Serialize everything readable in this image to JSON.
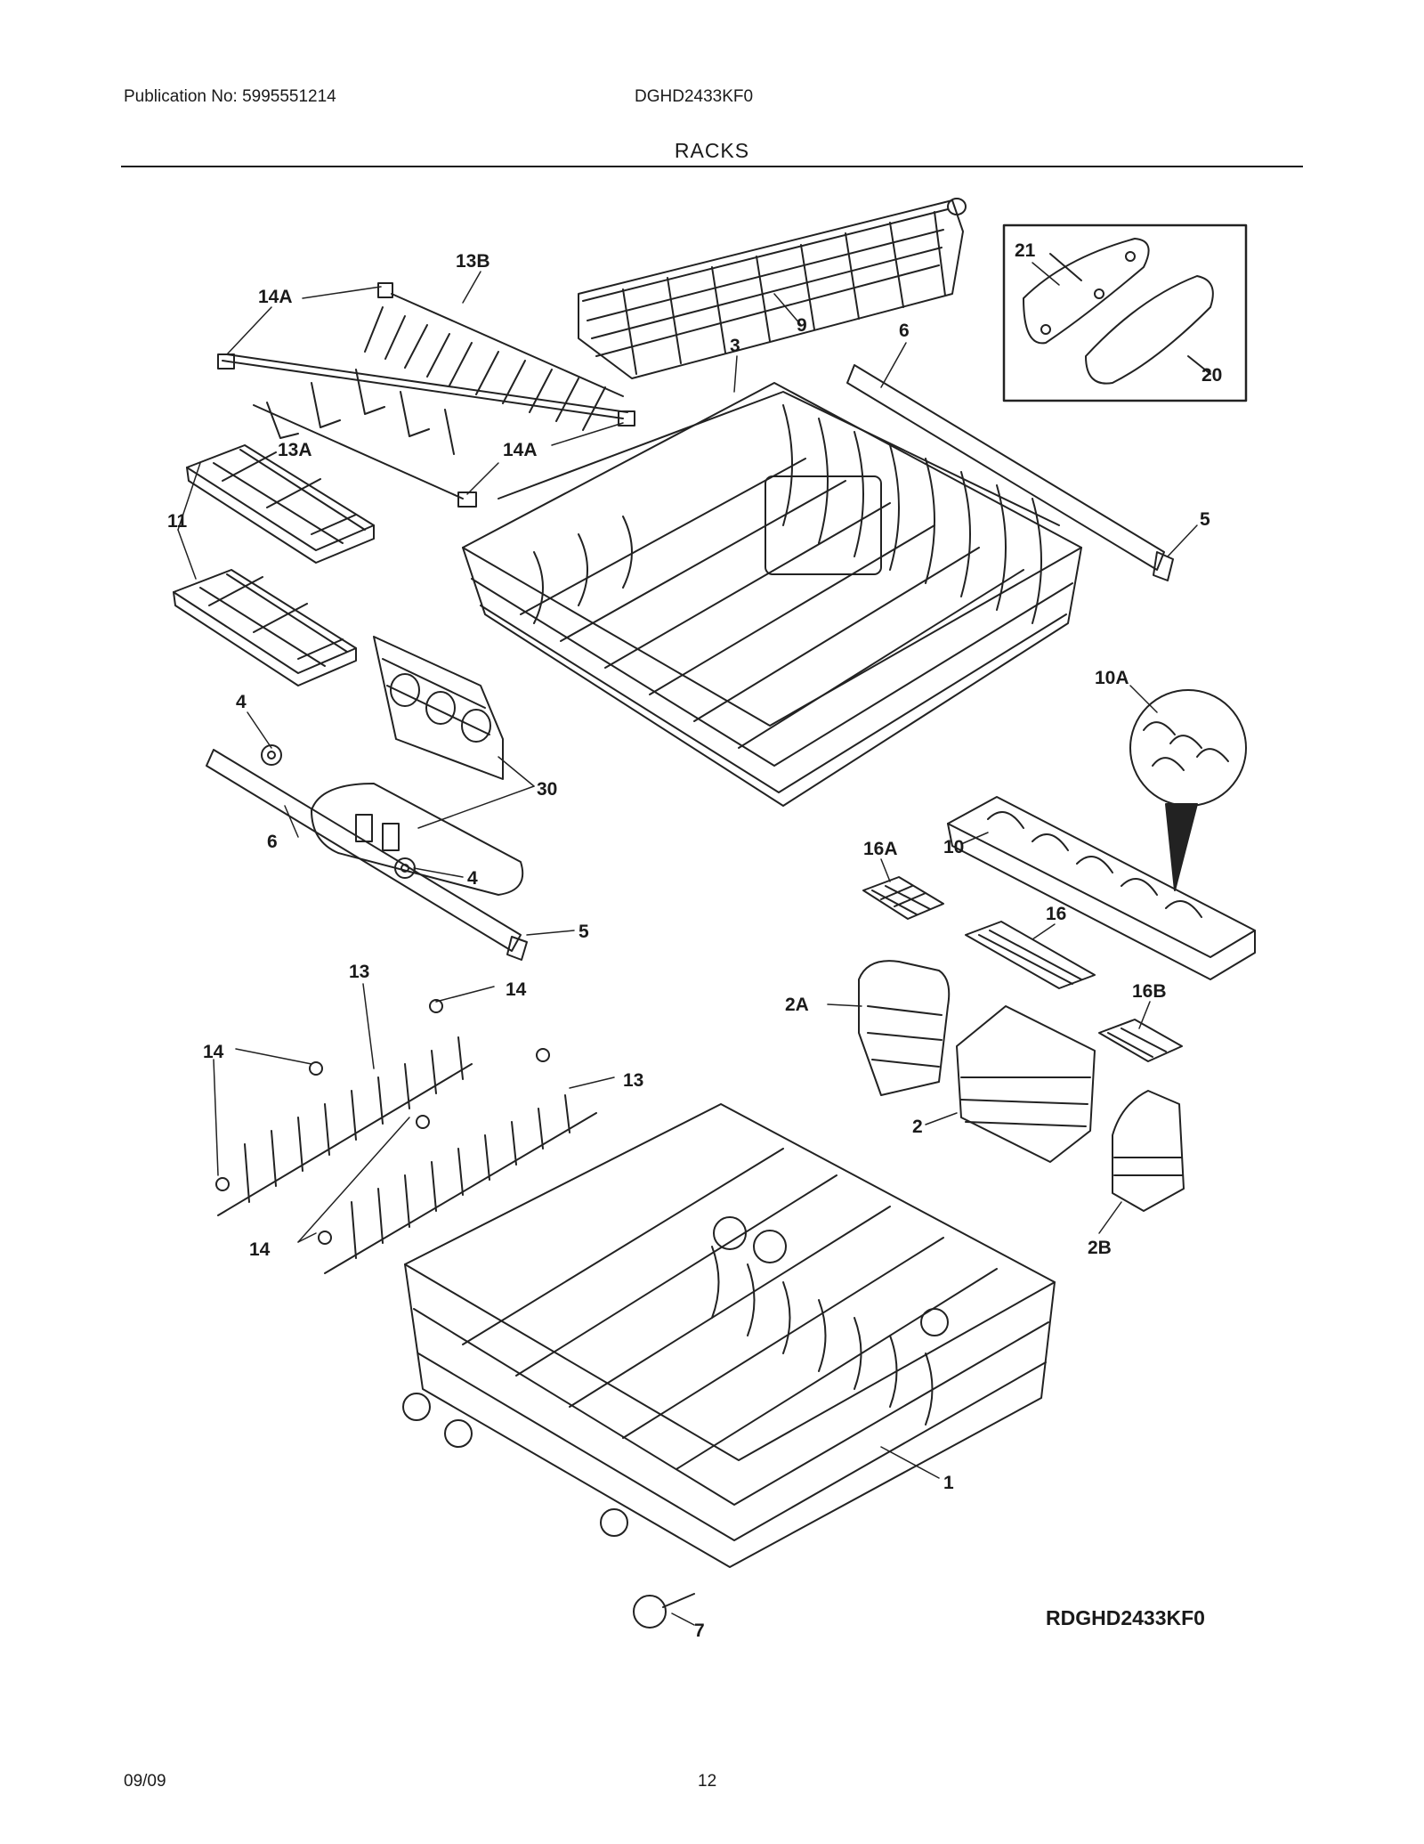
{
  "header": {
    "publication": "Publication No: 5995551214",
    "model": "DGHD2433KF0",
    "section": "RACKS"
  },
  "callouts": {
    "c14a_top": "14A",
    "c13b": "13B",
    "c13a": "13A",
    "c14a_mid": "14A",
    "c9": "9",
    "c3": "3",
    "c6_top": "6",
    "c21": "21",
    "c20": "20",
    "c5_top": "5",
    "c11": "11",
    "c4_top": "4",
    "c30": "30",
    "c4_bot": "4",
    "c6_bot": "6",
    "c5_bot": "5",
    "c10a": "10A",
    "c10": "10",
    "c16a": "16A",
    "c16": "16",
    "c16b": "16B",
    "c2a": "2A",
    "c2": "2",
    "c2b": "2B",
    "c13_left": "13",
    "c14_topright": "14",
    "c14_left": "14",
    "c13_right": "13",
    "c14_bottom": "14",
    "c1": "1",
    "c7": "7"
  },
  "diagram_ref": "RDGHD2433KF0",
  "footer": {
    "date": "09/09",
    "page": "12"
  }
}
